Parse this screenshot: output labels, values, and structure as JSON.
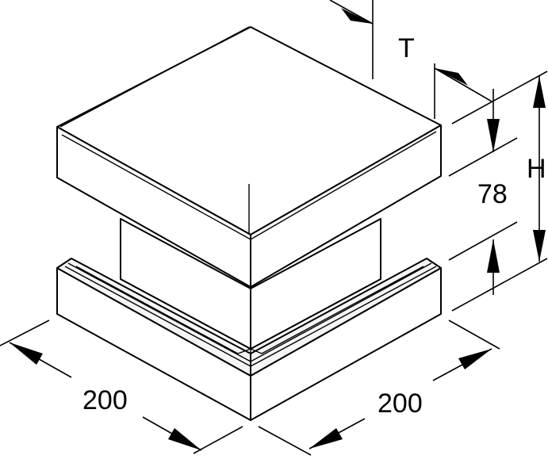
{
  "dimensions": {
    "thickness_label": "T",
    "height_label": "H",
    "gap_value": "78",
    "left_width": "200",
    "right_width": "200"
  },
  "colors": {
    "line": "#000000",
    "background": "#ffffff"
  }
}
